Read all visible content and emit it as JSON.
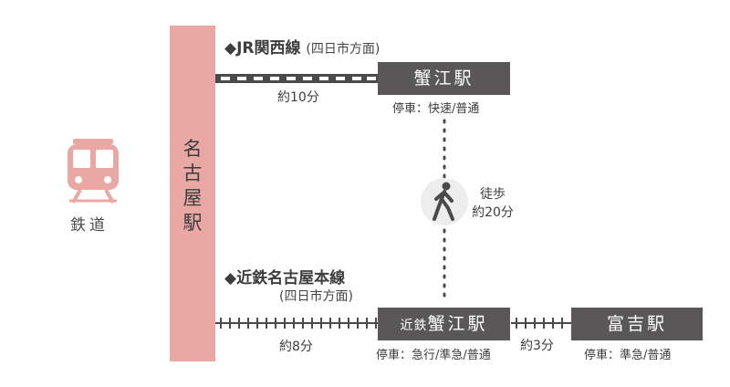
{
  "mode": {
    "label": "鉄道",
    "icon": "train-icon"
  },
  "hub_station": {
    "label": [
      "名",
      "古",
      "屋",
      "駅"
    ]
  },
  "jr_line": {
    "name": "◆JR関西線",
    "direction": "(四日市方面)",
    "travel_time": "約10分",
    "station": "蟹江駅",
    "stops": "停車：快速/普通"
  },
  "walk": {
    "icon": "walking-person-icon",
    "label": "徒歩",
    "time": "約20分"
  },
  "kintetsu_line": {
    "name": "◆近鉄名古屋本線",
    "direction": "(四日市方面)",
    "travel_time": "約8分",
    "station_prefix": "近鉄",
    "station": "蟹江駅",
    "stops": "停車：急行/準急/普通",
    "next_travel_time": "約3分",
    "next_station": "富吉駅",
    "next_stops": "停車：準急/普通"
  },
  "colors": {
    "accent_pink": "#e9a8a3",
    "station_box": "#595757",
    "line": "#4a4a4a"
  }
}
